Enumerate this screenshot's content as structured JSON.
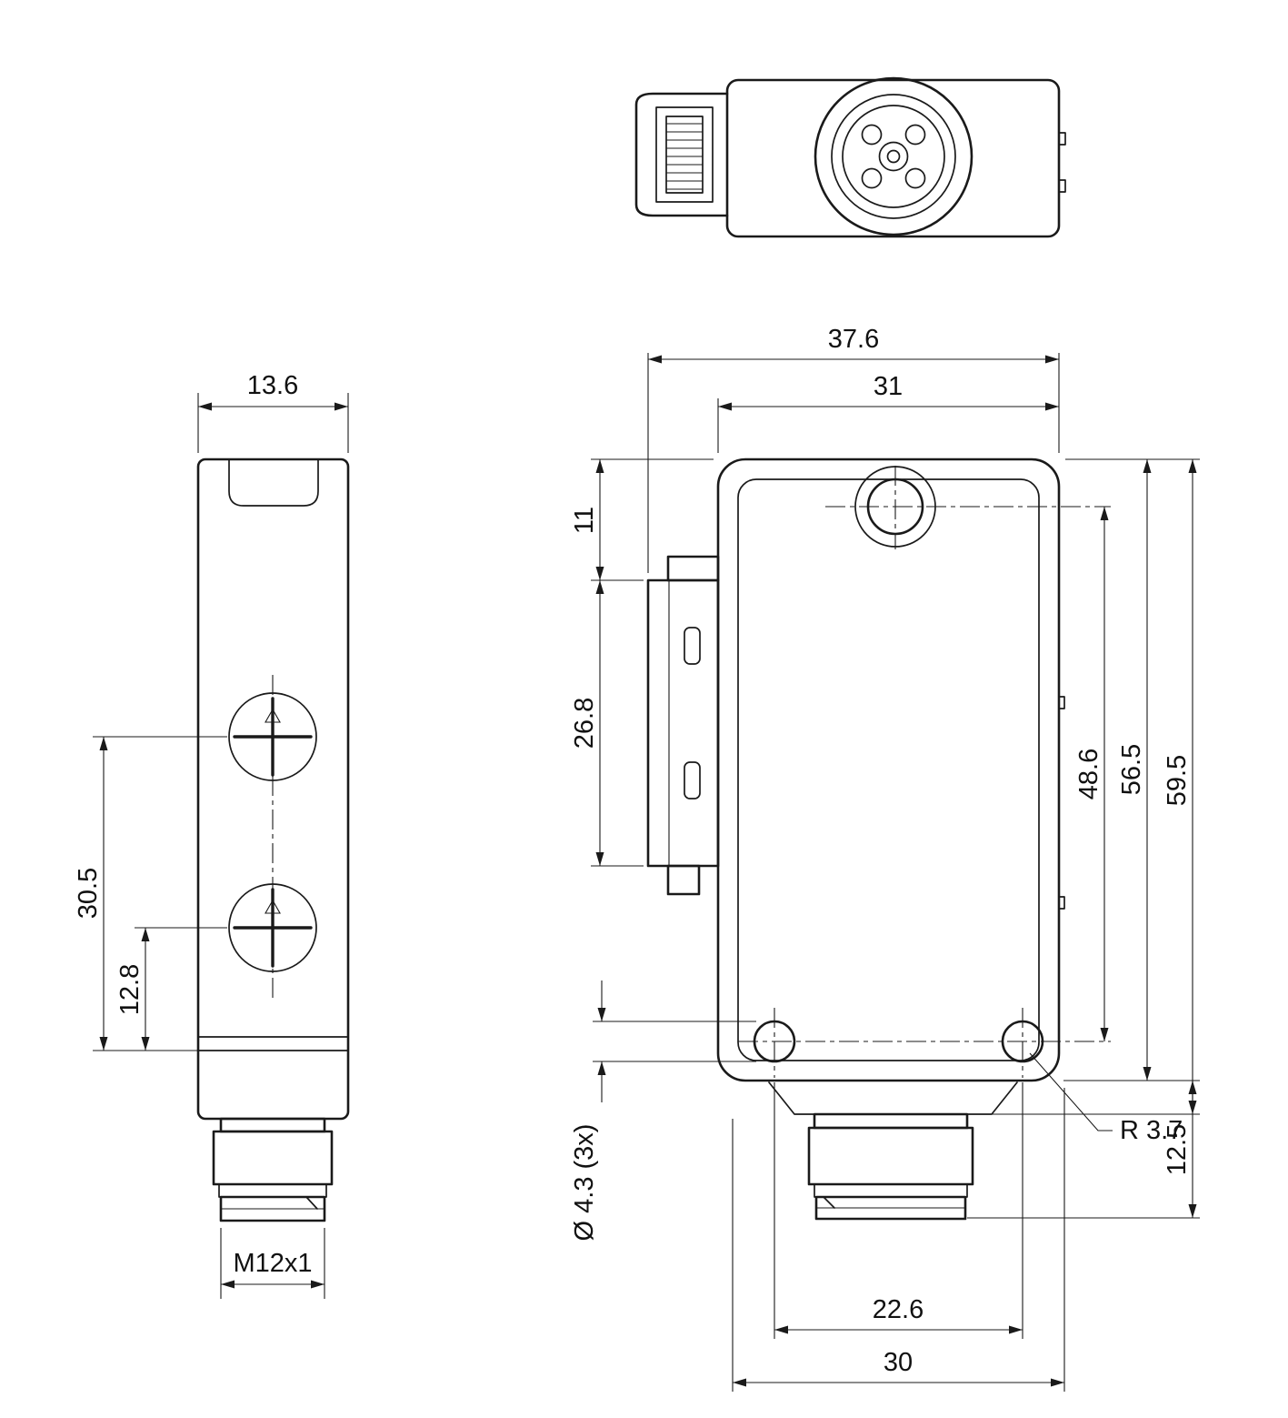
{
  "drawing": {
    "kind": "technical-dimensional-drawing",
    "views": {
      "top": "top-view-connector-face",
      "side": "side-view-sensor-body",
      "front": "front-view-sensor-body"
    }
  },
  "dimensions": {
    "side_width": "13.6",
    "overall_width": "37.6",
    "body_width": "31",
    "top_to_bracket": "11",
    "bracket_height": "26.8",
    "screw_spacing": "30.5",
    "lower_screw_offset": "12.8",
    "hole_center_spacing_vertical": "48.6",
    "body_height": "56.5",
    "overall_height": "59.5",
    "mount_hole_diameter": "Ø 4.3 (3x)",
    "corner_radius": "R 3.7",
    "connector_height": "12.5",
    "hole_center_spacing_horizontal": "22.6",
    "bottom_width": "30",
    "thread_spec": "M12x1"
  }
}
